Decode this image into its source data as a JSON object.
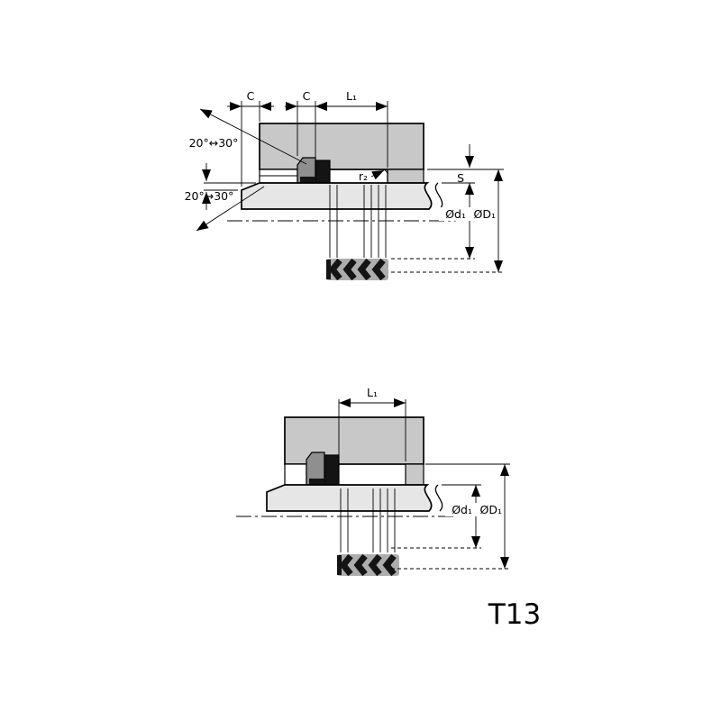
{
  "designation": "T13",
  "colors": {
    "housing": "#c8c8c8",
    "rod": "#e6e6e6",
    "seal_mid": "#8f8f8f",
    "seal_dark": "#141414",
    "packing_bg": "#adadad",
    "line": "#000000"
  },
  "top_view": {
    "dim_c_left": "C",
    "dim_c_right": "C",
    "dim_l1": "L₁",
    "dim_s": "S",
    "dim_d1": "Ød₁",
    "dim_D1": "ØD₁",
    "radius_r2": "r₂",
    "angle_upper": "20°↔30°",
    "angle_lower": "20°↔30°"
  },
  "bottom_view": {
    "dim_l1": "L₁",
    "dim_d1": "Ød₁",
    "dim_D1": "ØD₁"
  }
}
